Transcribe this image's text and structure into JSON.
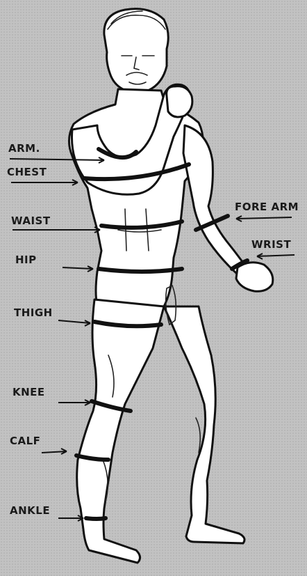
{
  "figure": {
    "labels": {
      "arm": "ARM.",
      "chest": "CHEST",
      "waist": "WAIST",
      "hip": "HIP",
      "thigh": "THIGH",
      "knee": "KNEE",
      "calf": "CALF",
      "ankle": "ANKLE",
      "fore_arm": "FORE ARM",
      "wrist": "WRIST"
    }
  }
}
